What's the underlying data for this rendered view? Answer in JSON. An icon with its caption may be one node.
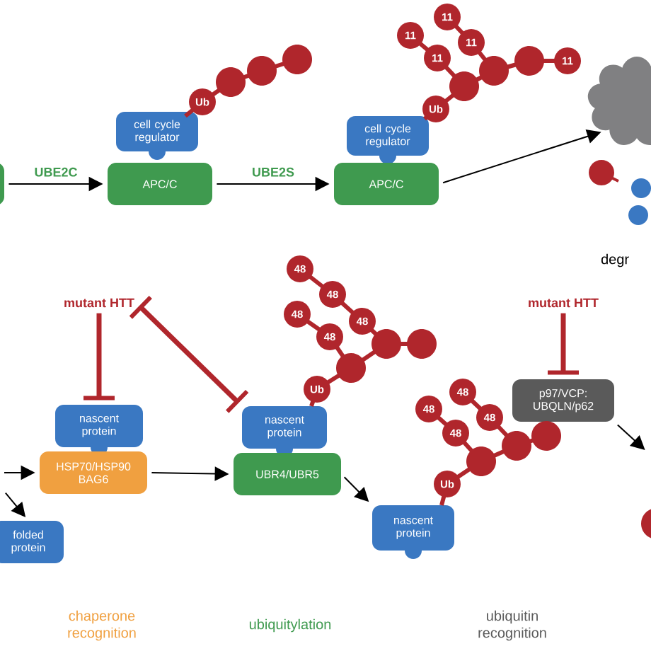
{
  "diagram": {
    "nodes": [
      {
        "text": [],
        "shape": "box"
      },
      {
        "text": [
          "cell cycle regulator"
        ]
      },
      {
        "text": [
          "APC/C"
        ]
      },
      {
        "text": [
          "cell cycle regulator"
        ]
      },
      {
        "text": [
          "APC/C"
        ]
      },
      {
        "text": [],
        "shape": "cloud"
      },
      {
        "text": [
          "mutant HTT"
        ]
      },
      {
        "text": [
          "nascent protein"
        ]
      },
      {
        "text": [
          "HSP70/HSP90 BAG6"
        ]
      },
      {
        "text": [
          "folded protein"
        ]
      },
      {
        "text": [
          "nascent protein"
        ]
      },
      {
        "text": [
          "UBR4/UBR5"
        ]
      },
      {
        "text": [
          "mutant HTT"
        ]
      },
      {
        "text": [
          "p97/VCP: UBQLN/p62"
        ]
      },
      {
        "text": [
          "nascent protein"
        ]
      }
    ],
    "edges": [
      {
        "from": 0,
        "to": 2,
        "arrow": "to",
        "label": "UBE2C"
      },
      {
        "from": 2,
        "to": 4,
        "arrow": "to",
        "label": "UBE2S"
      },
      {
        "from": 4,
        "to": 5,
        "arrow": "to"
      },
      {
        "from": null,
        "to": 8,
        "arrow": "to"
      },
      {
        "from": null,
        "to": 9,
        "arrow": "to"
      },
      {
        "from": 8,
        "to": 11,
        "arrow": "to"
      },
      {
        "from": 11,
        "to": 14,
        "arrow": "to"
      },
      {
        "from": 13,
        "to": null,
        "arrow": "to"
      },
      {
        "from": 6,
        "to": 7,
        "arrow": "other",
        "style": "thick",
        "color": "#b0262c"
      },
      {
        "from": 6,
        "to": 10,
        "arrow": "other",
        "style": "thick",
        "color": "#b0262c"
      },
      {
        "from": 12,
        "to": 13,
        "arrow": "other",
        "style": "thick",
        "color": "#b0262c"
      }
    ],
    "labels": [
      "Ub",
      "11",
      "11",
      "11",
      "11",
      "11",
      "Ub",
      "degr",
      "48",
      "48",
      "48",
      "48",
      "48",
      "Ub",
      "48",
      "48",
      "48",
      "48",
      "Ub",
      "chaperone recognition",
      "ubiquitylation",
      "ubiquitin recognition"
    ]
  }
}
